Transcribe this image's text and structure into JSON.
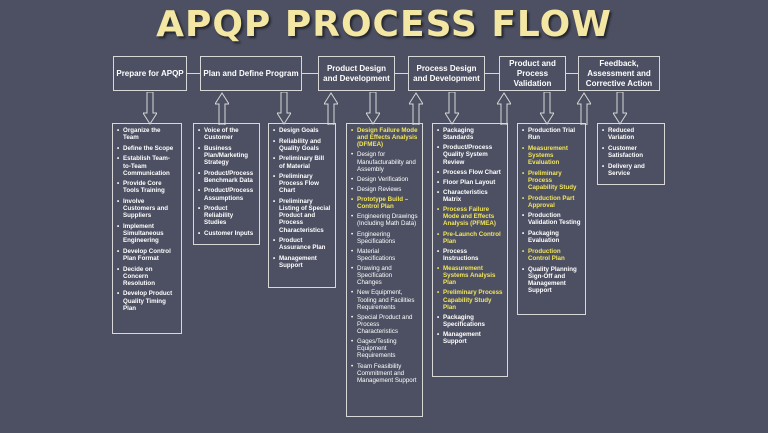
{
  "title": "APQP PROCESS FLOW",
  "colors": {
    "background": "#4d5062",
    "title": "#f3e7a3",
    "highlight": "#f2e55a",
    "line": "#d8d8d8",
    "text": "#ffffff"
  },
  "stages": [
    "Prepare for APQP",
    "Plan and Define Program",
    "Product Design and Development",
    "Process Design and Development",
    "Product and Process Validation",
    "Feedback, Assessment and Corrective Action"
  ],
  "lists": [
    {
      "items": [
        {
          "text": "Organize the Team"
        },
        {
          "text": "Define the Scope"
        },
        {
          "text": "Establish Team-to-Team Communication"
        },
        {
          "text": "Provide Core Tools Training"
        },
        {
          "text": "Involve Customers and Suppliers"
        },
        {
          "text": "Implement Simultaneous Engineering"
        },
        {
          "text": "Develop Control Plan Format"
        },
        {
          "text": "Decide on Concern Resolution"
        },
        {
          "text": "Develop Product Quality Timing Plan"
        }
      ]
    },
    {
      "items": [
        {
          "text": "Voice of the Customer"
        },
        {
          "text": "Business Plan/Marketing Strategy"
        },
        {
          "text": "Product/Process Benchmark Data"
        },
        {
          "text": "Product/Process Assumptions"
        },
        {
          "text": "Product Reliability Studies"
        },
        {
          "text": "Customer Inputs"
        }
      ]
    },
    {
      "items": [
        {
          "text": "Design Goals"
        },
        {
          "text": "Reliability and Quality Goals"
        },
        {
          "text": "Preliminary Bill of Material"
        },
        {
          "text": "Preliminary Process Flow Chart"
        },
        {
          "text": "Preliminary Listing of Special Product and Process Characteristics"
        },
        {
          "text": "Product Assurance Plan"
        },
        {
          "text": "Management Support"
        }
      ]
    },
    {
      "items": [
        {
          "text": "Design Failure Mode and Effects Analysis (DFMEA)",
          "highlight": true
        },
        {
          "text": "Design for Manufacturability and Assembly",
          "thin": true
        },
        {
          "text": "Design Verification",
          "thin": true
        },
        {
          "text": "Design Reviews",
          "thin": true
        },
        {
          "text": "Prototype Build – Control Plan",
          "highlight": true
        },
        {
          "text": "Engineering Drawings (Including Math Data)",
          "thin": true
        },
        {
          "text": "Engineering Specifications",
          "thin": true
        },
        {
          "text": "Material Specifications",
          "thin": true
        },
        {
          "text": "Drawing and Specification Changes",
          "thin": true
        },
        {
          "text": "New Equipment, Tooling and Facilities Requirements",
          "thin": true
        },
        {
          "text": "Special Product and Process Characteristics",
          "thin": true
        },
        {
          "text": "Gages/Testing Equipment Requirements",
          "thin": true
        },
        {
          "text": "Team Feasibility Commitment and Management Support",
          "thin": true
        }
      ]
    },
    {
      "items": [
        {
          "text": "Packaging Standards"
        },
        {
          "text": "Product/Process Quality System Review"
        },
        {
          "text": "Process Flow Chart"
        },
        {
          "text": "Floor Plan Layout"
        },
        {
          "text": "Characteristics Matrix"
        },
        {
          "text": "Process Failure Mode and Effects Analysis (PFMEA)",
          "highlight": true
        },
        {
          "text": "Pre-Launch Control Plan",
          "highlight": true
        },
        {
          "text": "Process Instructions"
        },
        {
          "text": "Measurement Systems Analysis Plan",
          "highlight": true
        },
        {
          "text": "Preliminary Process Capability Study Plan",
          "highlight": true
        },
        {
          "text": "Packaging Specifications"
        },
        {
          "text": "Management Support"
        }
      ]
    },
    {
      "items": [
        {
          "text": "Production Trial Run"
        },
        {
          "text": "Measurement Systems Evaluation",
          "highlight": true
        },
        {
          "text": "Preliminary Process Capability Study",
          "highlight": true
        },
        {
          "text": "Production Part Approval",
          "highlight": true
        },
        {
          "text": "Production Validation Testing"
        },
        {
          "text": "Packaging Evaluation"
        },
        {
          "text": "Production Control Plan",
          "highlight": true
        },
        {
          "text": "Quality Planning Sign-Off and Management Support"
        }
      ]
    },
    {
      "items": [
        {
          "text": "Reduced Variation"
        },
        {
          "text": "Customer Satisfaction"
        },
        {
          "text": "Delivery and Service"
        }
      ]
    }
  ]
}
